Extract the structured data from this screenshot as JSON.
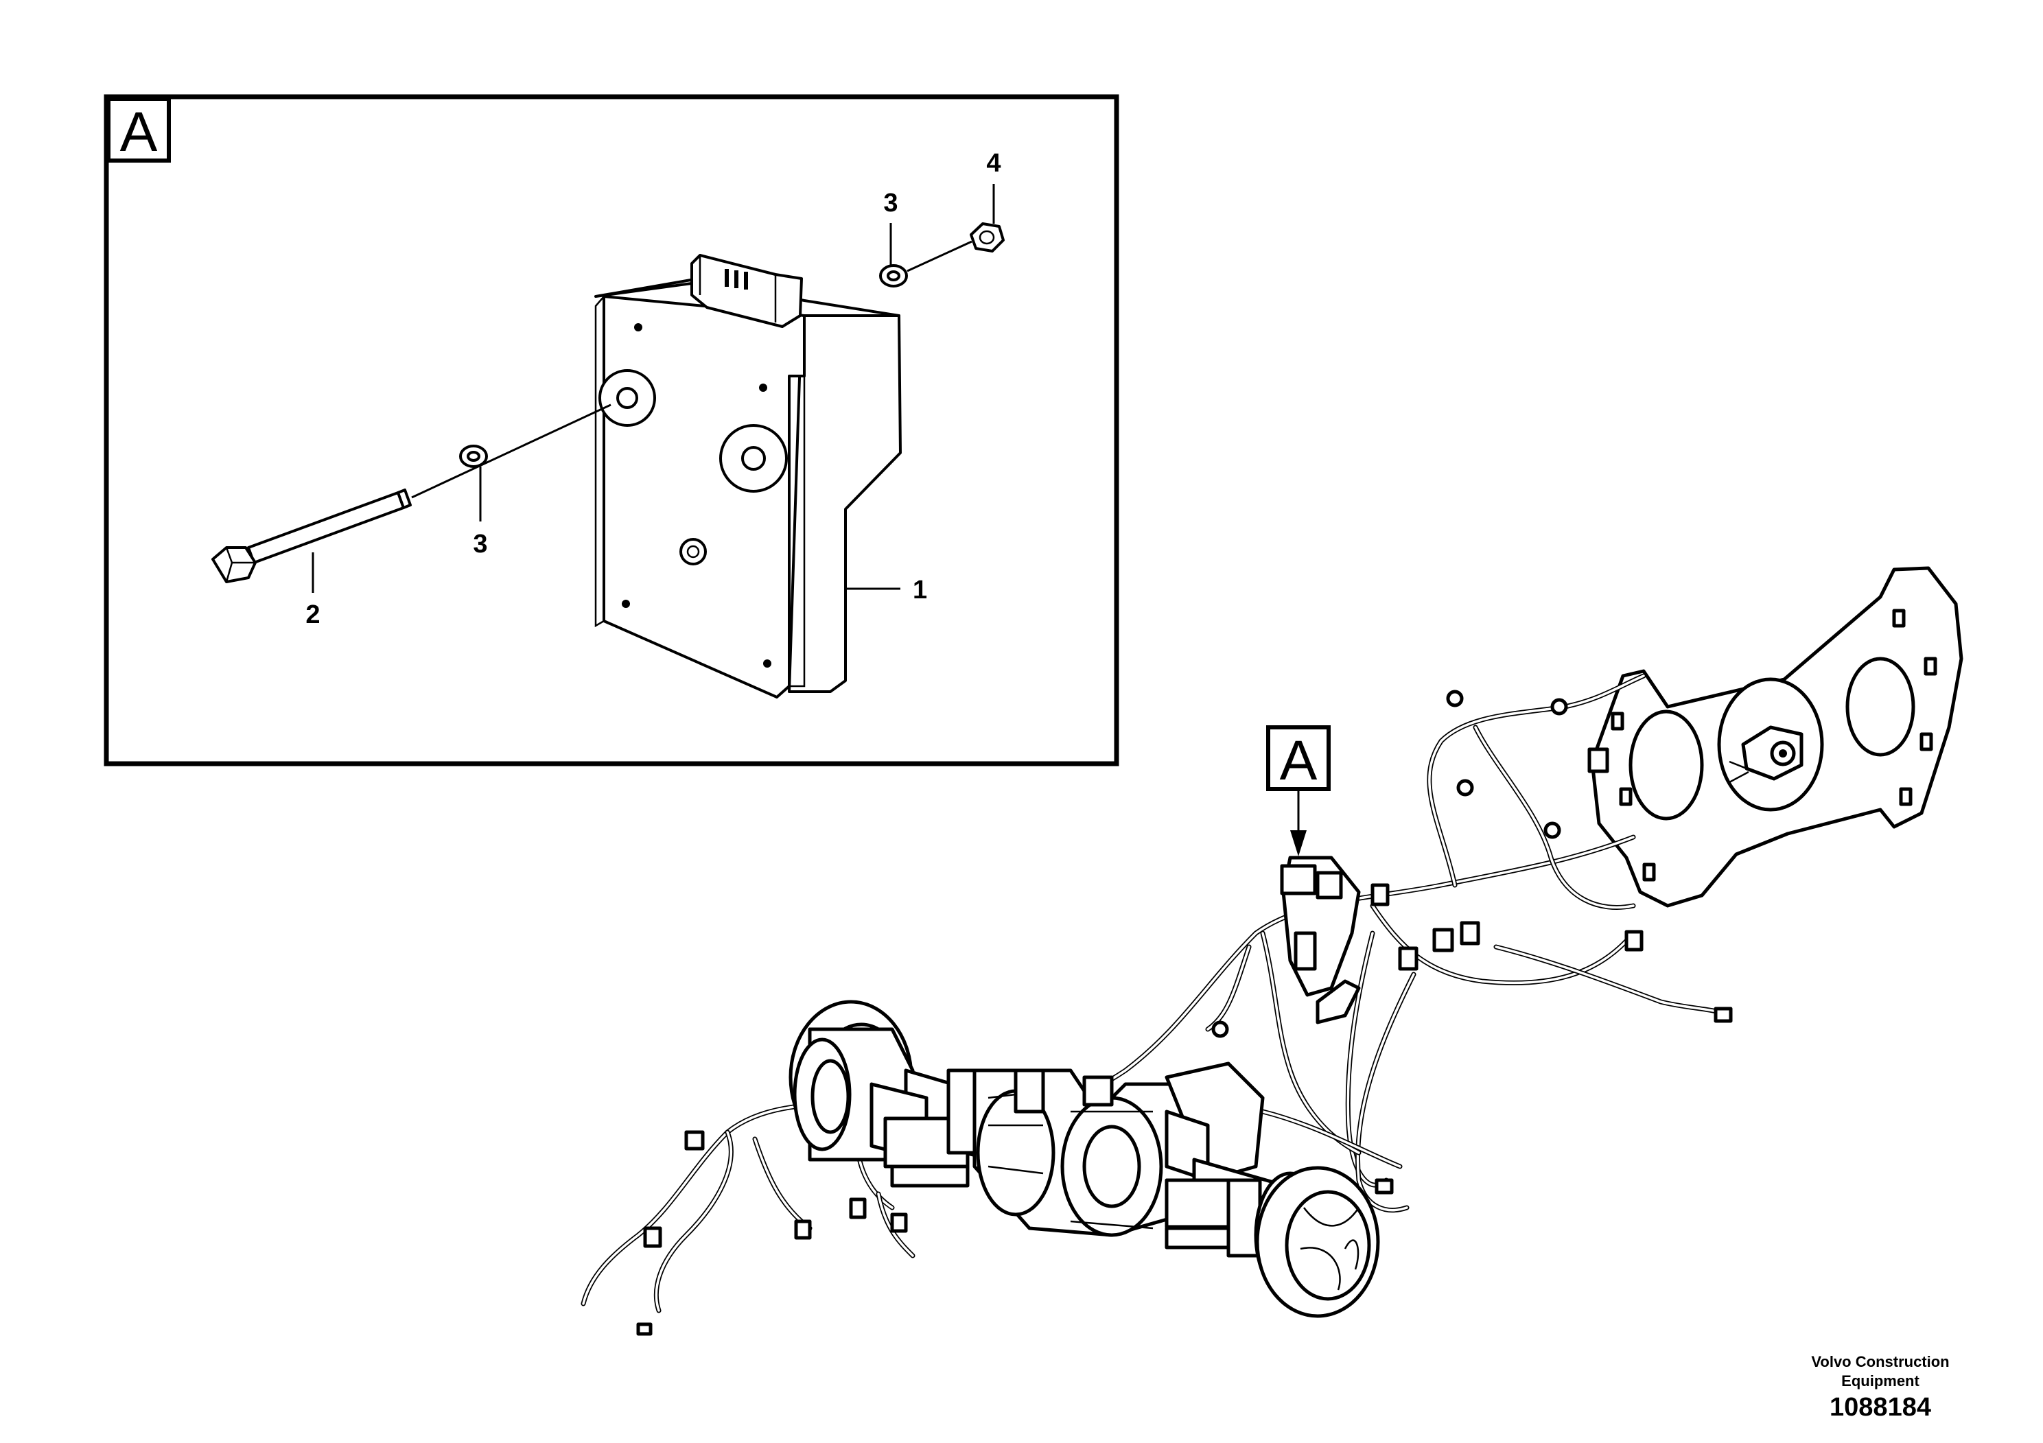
{
  "detail_view": {
    "tag": "A",
    "callouts": {
      "control_unit": "1",
      "bolt": "2",
      "washer_bolt_side": "3",
      "washer_nut_side": "3",
      "nut": "4"
    }
  },
  "overview": {
    "location_tag": "A"
  },
  "footer": {
    "brand_line1": "Volvo Construction",
    "brand_line2": "Equipment",
    "drawing_number": "1088184"
  }
}
